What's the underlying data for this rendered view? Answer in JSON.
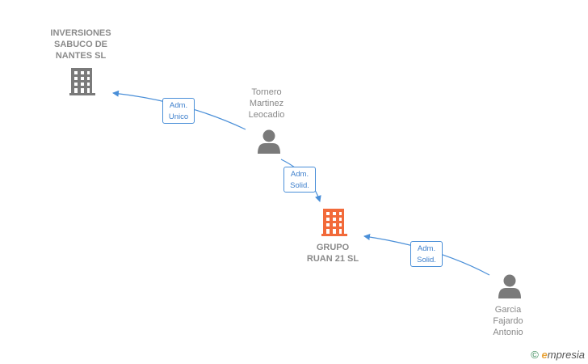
{
  "nodes": {
    "inversiones": {
      "lines": [
        "INVERSIONES",
        "SABUCO DE",
        "NANTES  SL"
      ],
      "type": "company"
    },
    "tornero": {
      "lines": [
        "Tornero",
        "Martinez",
        "Leocadio"
      ],
      "type": "person"
    },
    "grupo": {
      "lines": [
        "GRUPO",
        "RUAN 21  SL"
      ],
      "type": "company-main"
    },
    "garcia": {
      "lines": [
        "Garcia",
        "Fajardo",
        "Antonio"
      ],
      "type": "person"
    }
  },
  "edges": [
    {
      "from": "tornero",
      "to": "inversiones",
      "label": [
        "Adm.",
        "Unico"
      ]
    },
    {
      "from": "tornero",
      "to": "grupo",
      "label": [
        "Adm.",
        "Solid."
      ]
    },
    {
      "from": "garcia",
      "to": "grupo",
      "label": [
        "Adm.",
        "Solid."
      ]
    }
  ],
  "colors": {
    "edge": "#4a8fd8",
    "company_icon": "#7a7a7a",
    "main_company_icon": "#f26a3a",
    "person_icon": "#7a7a7a"
  },
  "footer": {
    "symbol": "©",
    "brand_initial": "e",
    "brand_rest": "mpresia"
  }
}
